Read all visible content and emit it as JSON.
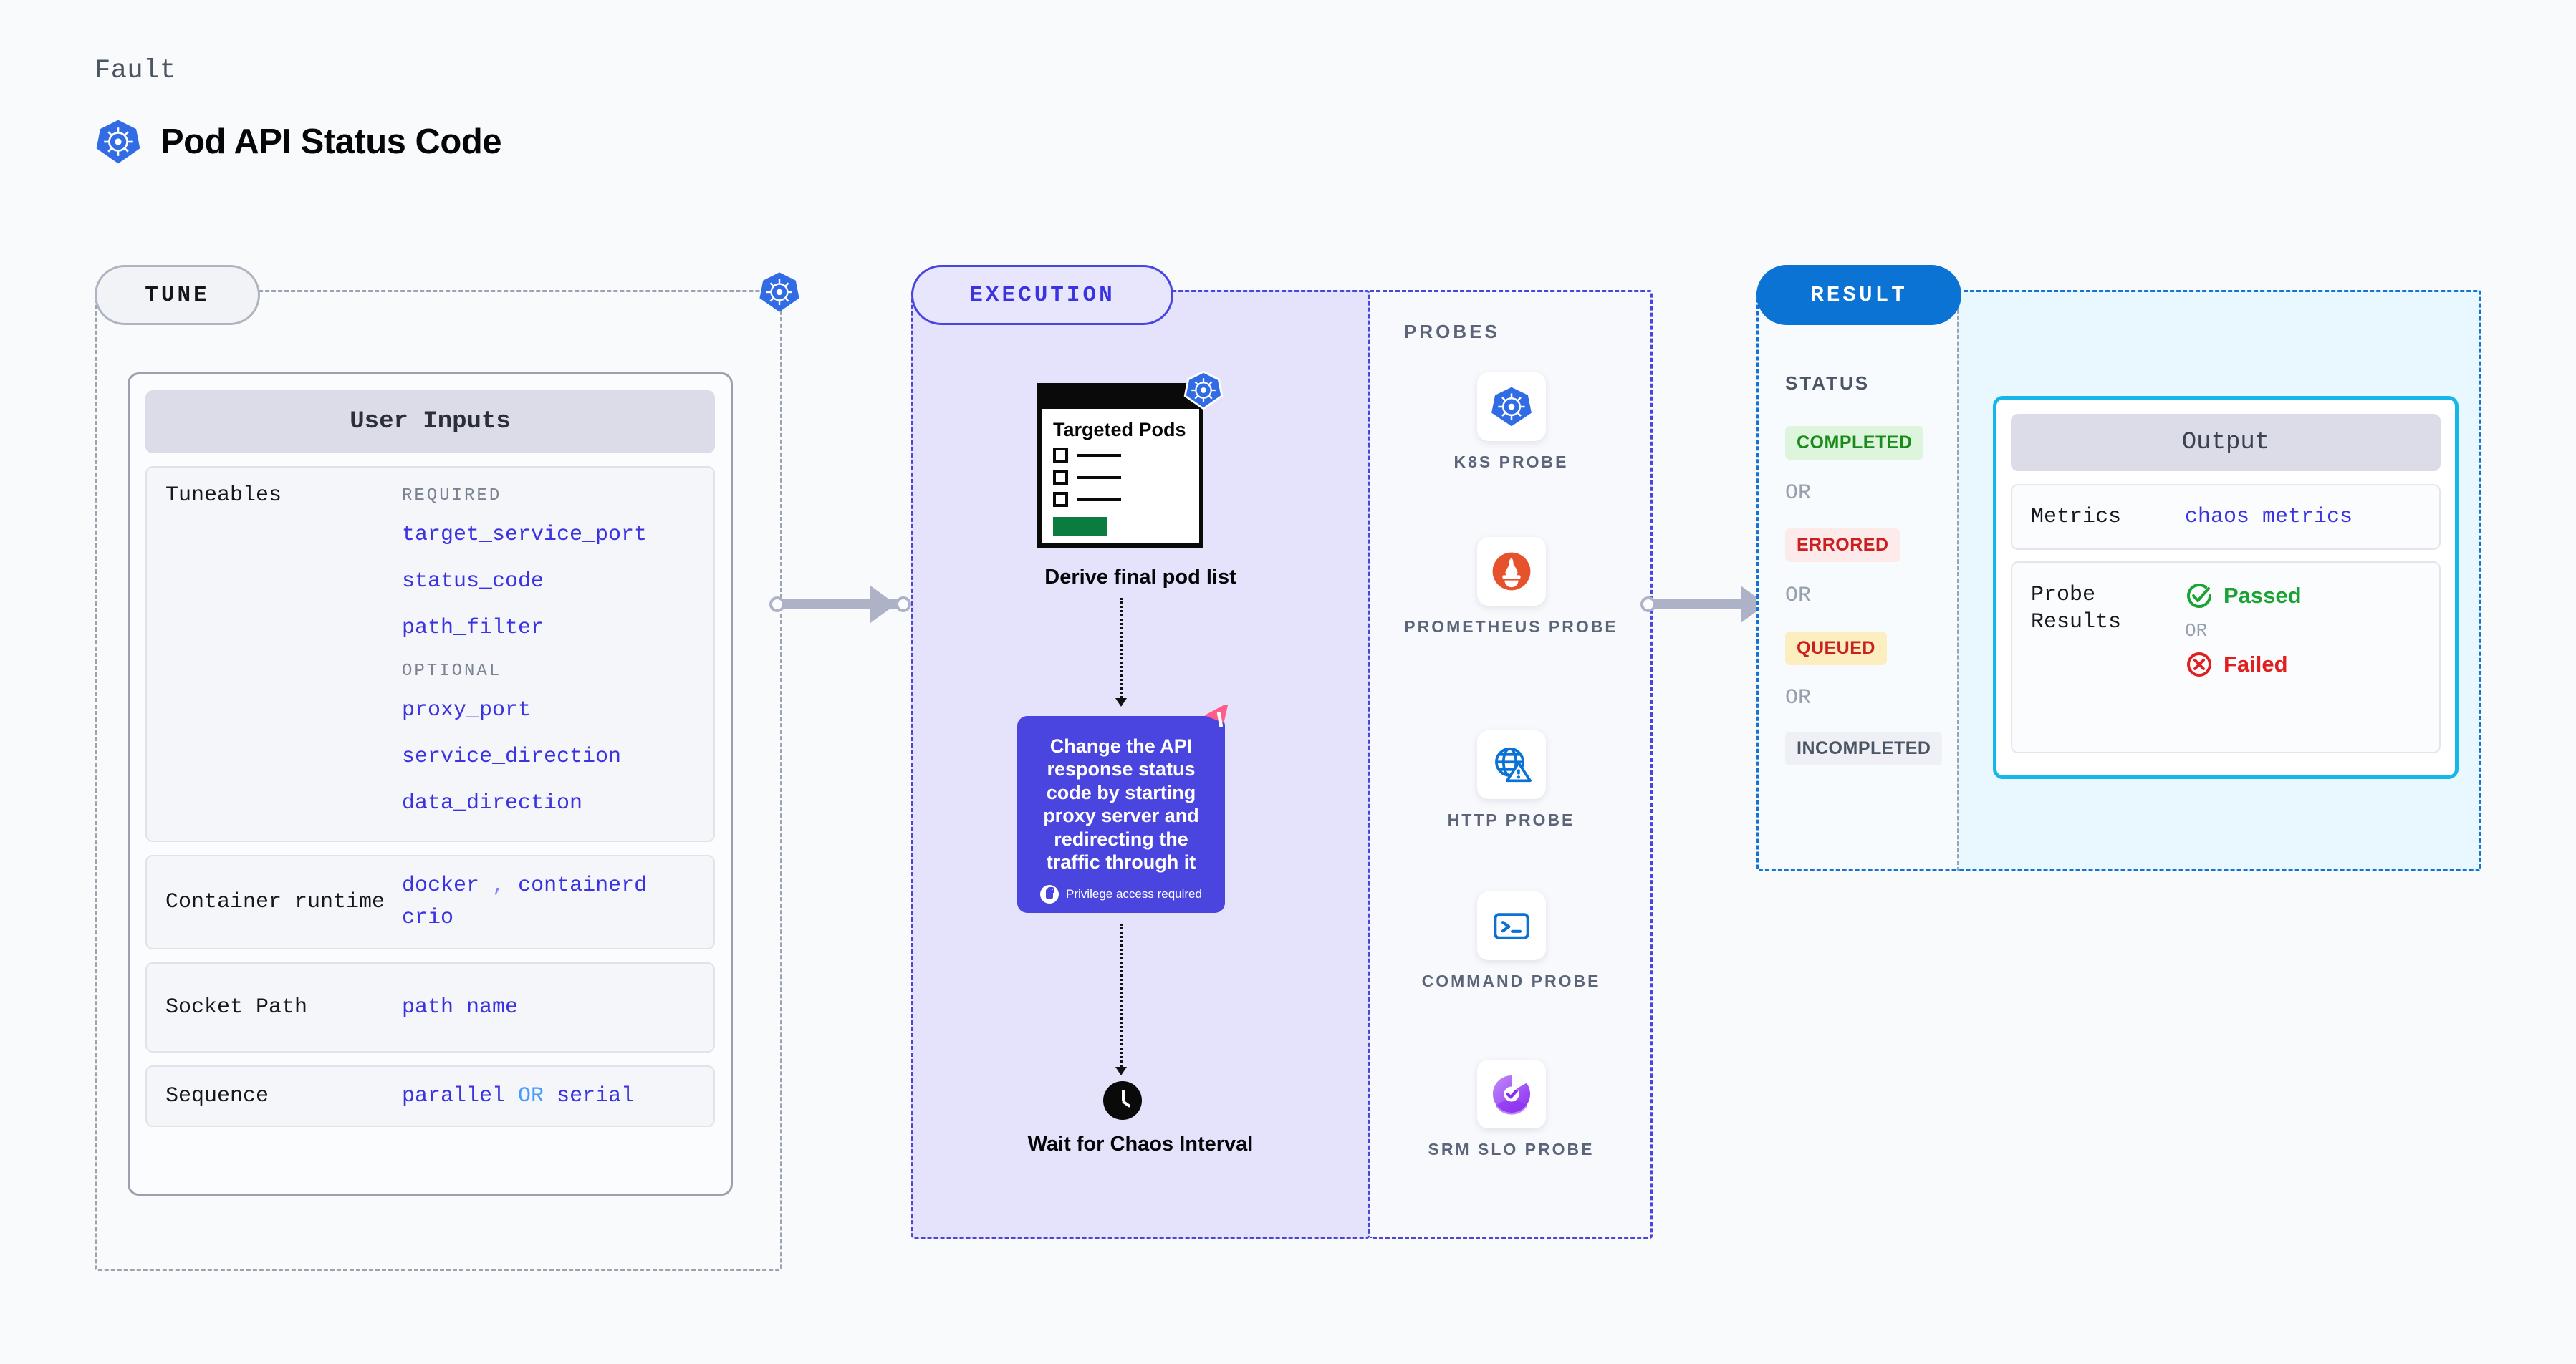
{
  "header": {
    "eyebrow": "Fault",
    "title": "Pod API Status Code",
    "icon": "kubernetes-icon"
  },
  "tune": {
    "pill_label": "TUNE",
    "corner_icon": "kubernetes-icon",
    "card_title": "User Inputs",
    "rows": [
      {
        "label": "Tuneables",
        "groups": [
          {
            "title": "REQUIRED",
            "items": [
              "target_service_port",
              "status_code",
              "path_filter"
            ]
          },
          {
            "title": "OPTIONAL",
            "items": [
              "proxy_port",
              "service_direction",
              "data_direction"
            ]
          }
        ]
      },
      {
        "label": "Container runtime",
        "values": [
          "docker",
          ",",
          "containerd",
          "crio"
        ]
      },
      {
        "label": "Socket Path",
        "values": [
          "path name"
        ]
      },
      {
        "label": "Sequence",
        "values": [
          "parallel",
          "OR",
          "serial"
        ]
      }
    ]
  },
  "execution": {
    "pill_label": "EXECUTION",
    "pods_card": {
      "title": "Targeted Pods",
      "icon": "kubernetes-icon",
      "rows": 3
    },
    "derive_label": "Derive final pod list",
    "action_card": {
      "text": "Change the API response status code by starting proxy server and redirecting the traffic through it",
      "privilege_note": "Privilege access required",
      "privilege_icon": "lock-icon",
      "ribbon_icon": "harness-ribbon-icon",
      "color": "#4b45e0"
    },
    "wait_label": "Wait for Chaos Interval",
    "wait_icon": "clock-icon"
  },
  "probes": {
    "title": "PROBES",
    "items": [
      {
        "label": "K8S PROBE",
        "icon": "kubernetes-icon"
      },
      {
        "label": "PROMETHEUS PROBE",
        "icon": "prometheus-icon"
      },
      {
        "label": "HTTP PROBE",
        "icon": "http-globe-warning-icon"
      },
      {
        "label": "COMMAND PROBE",
        "icon": "terminal-icon"
      },
      {
        "label": "SRM SLO PROBE",
        "icon": "srm-slo-gauge-icon"
      }
    ]
  },
  "result": {
    "pill_label": "RESULT",
    "status_title": "STATUS",
    "or_label": "OR",
    "statuses": [
      {
        "label": "COMPLETED",
        "bg": "#dcf5dc",
        "fg": "#1a8a1a"
      },
      {
        "label": "ERRORED",
        "bg": "#fdeaea",
        "fg": "#cc2020"
      },
      {
        "label": "QUEUED",
        "bg": "#fdeec0",
        "fg": "#cc2020"
      },
      {
        "label": "INCOMPLETED",
        "bg": "#eef0f5",
        "fg": "#4b5563"
      }
    ],
    "output": {
      "title": "Output",
      "metrics_label": "Metrics",
      "metrics_value": "chaos metrics",
      "probe_results_label": "Probe Results",
      "passed_label": "Passed",
      "failed_label": "Failed",
      "or_label": "OR",
      "passed_color": "#1aa333",
      "failed_color": "#e02020"
    }
  }
}
